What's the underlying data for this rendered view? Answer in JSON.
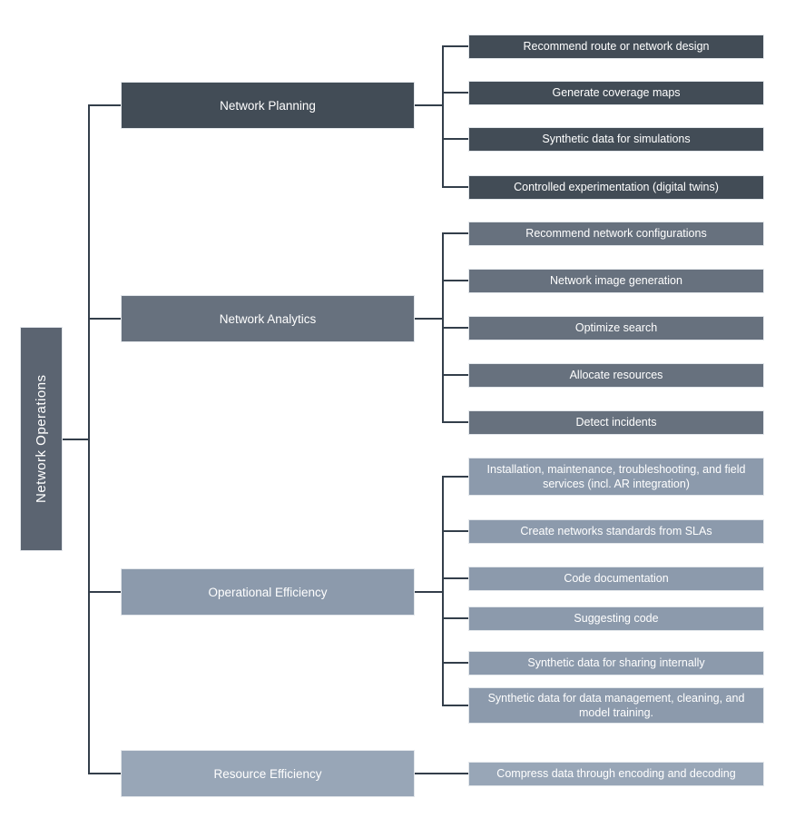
{
  "diagram": {
    "root": {
      "label": "Network Operations",
      "color": "#5b6471"
    },
    "branches": [
      {
        "label": "Network Planning",
        "color": "#424c56",
        "children": [
          {
            "label": "Recommend route or network design"
          },
          {
            "label": "Generate coverage maps"
          },
          {
            "label": "Synthetic data for simulations"
          },
          {
            "label": "Controlled experimentation (digital twins)"
          }
        ]
      },
      {
        "label": "Network Analytics",
        "color": "#67717e",
        "children": [
          {
            "label": "Recommend network configurations"
          },
          {
            "label": "Network image generation"
          },
          {
            "label": "Optimize search"
          },
          {
            "label": "Allocate resources"
          },
          {
            "label": "Detect incidents"
          }
        ]
      },
      {
        "label": "Operational Efficiency",
        "color": "#8c9aac",
        "children": [
          {
            "label": "Installation, maintenance, troubleshooting, and field services (incl. AR integration)"
          },
          {
            "label": "Create networks standards from SLAs"
          },
          {
            "label": "Code documentation"
          },
          {
            "label": "Suggesting code"
          },
          {
            "label": "Synthetic data for sharing internally"
          },
          {
            "label": "Synthetic data for data management, cleaning, and model training."
          }
        ]
      },
      {
        "label": "Resource Efficiency",
        "color": "#98a6b7",
        "children": [
          {
            "label": "Compress data through encoding and decoding"
          }
        ]
      }
    ]
  },
  "colors": {
    "connector": "#333e4a",
    "background": "#ffffff",
    "text": "#ffffff"
  }
}
